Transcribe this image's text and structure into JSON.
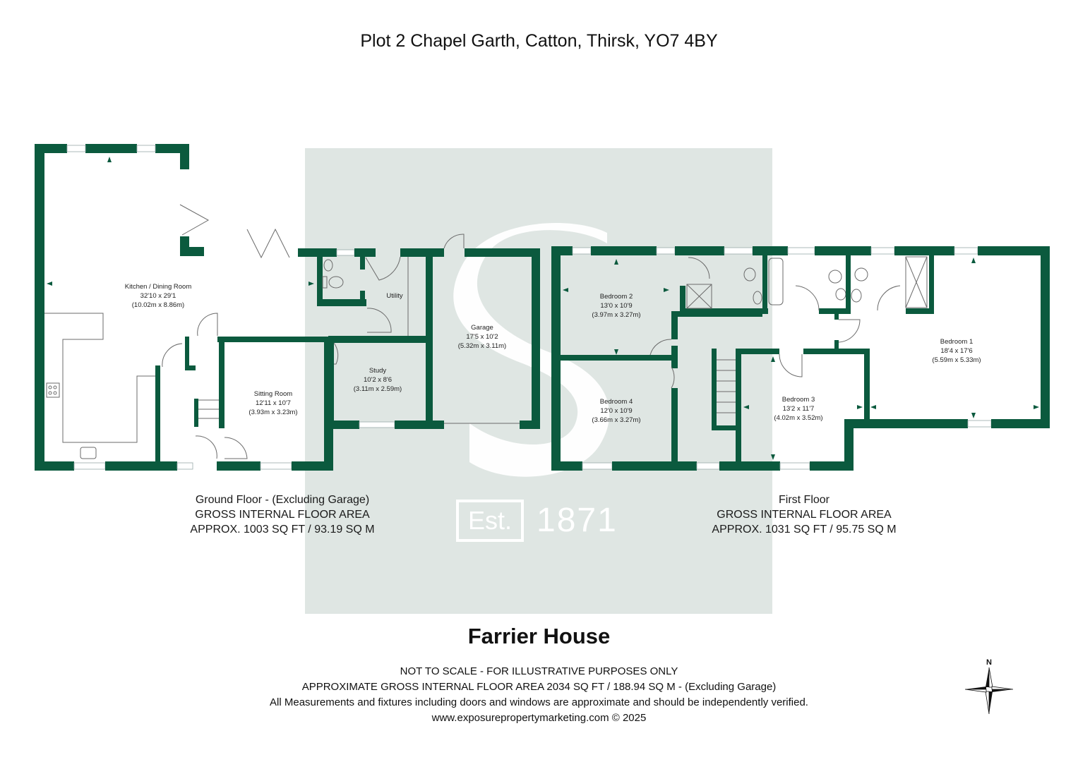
{
  "header": {
    "address": "Plot 2 Chapel Garth, Catton, Thirsk, YO7 4BY"
  },
  "colors": {
    "wall": "#0b5a3e",
    "watermark_panel": "#dfe6e3",
    "text": "#111111"
  },
  "ground_floor": {
    "rooms": [
      {
        "name": "Kitchen / Dining Room",
        "imperial": "32'10 x 29'1",
        "metric": "(10.02m x 8.86m)"
      },
      {
        "name": "Sitting Room",
        "imperial": "12'11 x 10'7",
        "metric": "(3.93m x 3.23m)"
      },
      {
        "name": "Utility"
      },
      {
        "name": "Study",
        "imperial": "10'2 x 8'6",
        "metric": "(3.11m x 2.59m)"
      },
      {
        "name": "Garage",
        "imperial": "17'5 x 10'2",
        "metric": "(5.32m x 3.11m)"
      }
    ],
    "summary": {
      "line1": "Ground Floor - (Excluding Garage)",
      "line2": "GROSS INTERNAL FLOOR AREA",
      "line3": "APPROX. 1003 SQ FT / 93.19 SQ M"
    }
  },
  "first_floor": {
    "rooms": [
      {
        "name": "Bedroom 2",
        "imperial": "13'0 x 10'9",
        "metric": "(3.97m x 3.27m)"
      },
      {
        "name": "Bedroom 4",
        "imperial": "12'0 x 10'9",
        "metric": "(3.66m x 3.27m)"
      },
      {
        "name": "Bedroom 3",
        "imperial": "13'2 x 11'7",
        "metric": "(4.02m x 3.52m)"
      },
      {
        "name": "Bedroom 1",
        "imperial": "18'4 x 17'6",
        "metric": "(5.59m x 5.33m)"
      }
    ],
    "summary": {
      "line1": "First Floor",
      "line2": "GROSS INTERNAL FLOOR AREA",
      "line3": "APPROX. 1031 SQ FT / 95.75 SQ M"
    }
  },
  "watermark": {
    "letter": "S",
    "est_label": "Est.",
    "year": "1871"
  },
  "footer": {
    "house_name": "Farrier House",
    "line1": "NOT TO SCALE - FOR ILLUSTRATIVE PURPOSES ONLY",
    "line2": "APPROXIMATE GROSS INTERNAL FLOOR AREA 2034 SQ FT / 188.94 SQ M - (Excluding Garage)",
    "line3": "All Measurements and fixtures including doors and windows are approximate and should be independently verified.",
    "line4": "www.exposurepropertymarketing.com © 2025"
  },
  "compass": {
    "label": "N",
    "icon": "compass-rose-icon"
  }
}
